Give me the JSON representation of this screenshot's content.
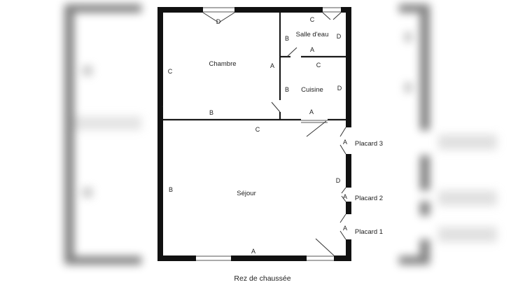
{
  "plan": {
    "caption": "Rez de chaussée",
    "rooms": {
      "chambre": "Chambre",
      "salle_deau": "Salle d'eau",
      "cuisine": "Cuisine",
      "sejour": "Séjour",
      "placard3": "Placard 3",
      "placard2": "Placard 2",
      "placard1": "Placard 1"
    },
    "wall_labels": {
      "chambre_top": "D",
      "chambre_left": "C",
      "chambre_right": "A",
      "chambre_bottom": "B",
      "salle_top": "C",
      "salle_left": "B",
      "salle_right": "D",
      "salle_bottom": "A",
      "cuisine_top": "C",
      "cuisine_left": "B",
      "cuisine_right": "D",
      "cuisine_bottom": "A",
      "sejour_top": "C",
      "sejour_left": "B",
      "sejour_right": "D",
      "sejour_bottom": "A",
      "placard3_a": "A",
      "placard2_a": "A",
      "placard1_a": "A"
    },
    "colors": {
      "wall": "#111111",
      "thin_wall": "#1a1a1a",
      "background": "#ffffff",
      "blur": "#1a1a1a"
    }
  }
}
